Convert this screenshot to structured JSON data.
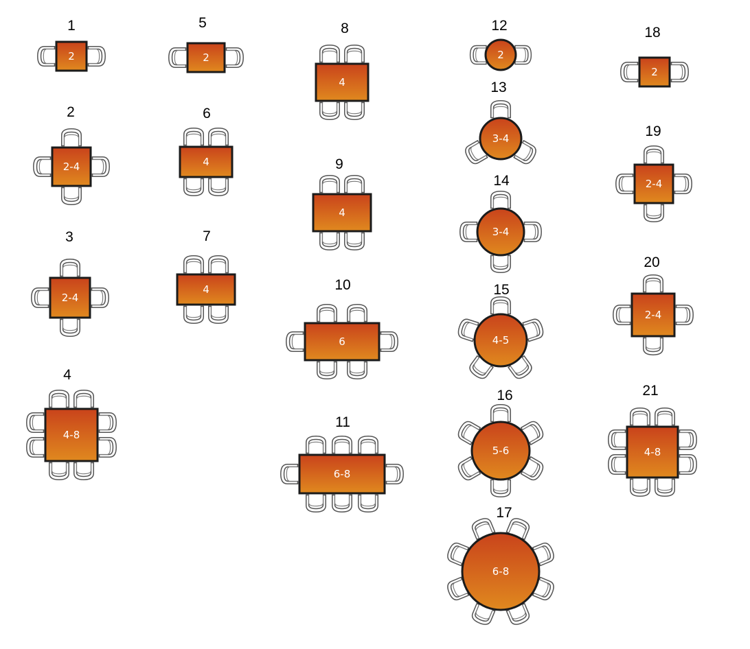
{
  "tables": [
    {
      "number": "1",
      "capacity": "2",
      "shape": "square",
      "chair_count": 2
    },
    {
      "number": "5",
      "capacity": "2",
      "shape": "square",
      "chair_count": 2
    },
    {
      "number": "8",
      "capacity": "4",
      "shape": "rect",
      "chair_count": 4
    },
    {
      "number": "12",
      "capacity": "2",
      "shape": "round",
      "chair_count": 2
    },
    {
      "number": "18",
      "capacity": "2",
      "shape": "square",
      "chair_count": 2
    },
    {
      "number": "2",
      "capacity": "2-4",
      "shape": "square",
      "chair_count": 4
    },
    {
      "number": "6",
      "capacity": "4",
      "shape": "rect",
      "chair_count": 4
    },
    {
      "number": "13",
      "capacity": "3-4",
      "shape": "round",
      "chair_count": 3
    },
    {
      "number": "19",
      "capacity": "2-4",
      "shape": "square",
      "chair_count": 4
    },
    {
      "number": "9",
      "capacity": "4",
      "shape": "rect",
      "chair_count": 4
    },
    {
      "number": "14",
      "capacity": "3-4",
      "shape": "round",
      "chair_count": 4
    },
    {
      "number": "3",
      "capacity": "2-4",
      "shape": "square",
      "chair_count": 4
    },
    {
      "number": "7",
      "capacity": "4",
      "shape": "rect",
      "chair_count": 4
    },
    {
      "number": "10",
      "capacity": "6",
      "shape": "rect",
      "chair_count": 6
    },
    {
      "number": "15",
      "capacity": "4-5",
      "shape": "round",
      "chair_count": 5
    },
    {
      "number": "20",
      "capacity": "2-4",
      "shape": "square",
      "chair_count": 4
    },
    {
      "number": "4",
      "capacity": "4-8",
      "shape": "square",
      "chair_count": 8
    },
    {
      "number": "16",
      "capacity": "5-6",
      "shape": "round",
      "chair_count": 6
    },
    {
      "number": "11",
      "capacity": "6-8",
      "shape": "rect",
      "chair_count": 8
    },
    {
      "number": "21",
      "capacity": "4-8",
      "shape": "square",
      "chair_count": 8
    },
    {
      "number": "17",
      "capacity": "6-8",
      "shape": "round",
      "chair_count": 8
    }
  ],
  "colors": {
    "table_fill_top": "#c9431b",
    "table_fill_bottom": "#e0891f",
    "table_border": "#1b1b1b",
    "chair_stroke": "#555555",
    "label_text": "#ffffff",
    "number_text": "#000000",
    "background": "#ffffff"
  }
}
